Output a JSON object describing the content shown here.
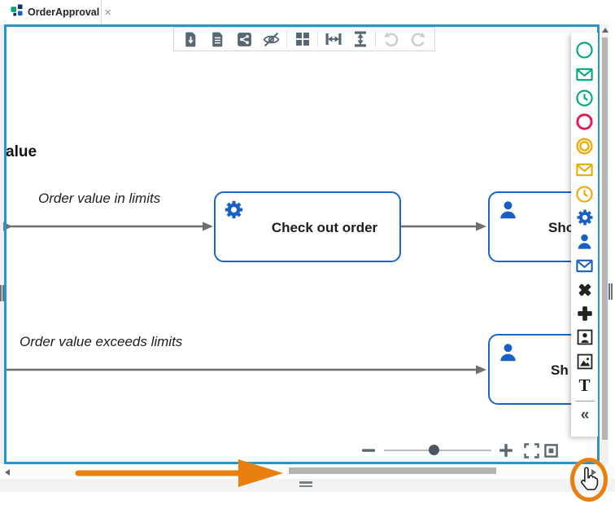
{
  "tab": {
    "title": "OrderApproval",
    "close_icon": "×"
  },
  "toolbar": {
    "buttons": [
      {
        "name": "save-image",
        "enabled": true
      },
      {
        "name": "document",
        "enabled": true
      },
      {
        "name": "share",
        "enabled": true
      },
      {
        "name": "hide-flows",
        "enabled": true
      },
      {
        "name": "grid",
        "enabled": true
      },
      {
        "name": "fit-width",
        "enabled": true
      },
      {
        "name": "fit-height",
        "enabled": true
      },
      {
        "name": "undo",
        "enabled": false
      },
      {
        "name": "redo",
        "enabled": false
      }
    ]
  },
  "palette": {
    "items": [
      {
        "name": "start-event",
        "color": "#00a77d"
      },
      {
        "name": "message-start-event",
        "color": "#00a77d"
      },
      {
        "name": "timer-start-event",
        "color": "#00a77d"
      },
      {
        "name": "end-event",
        "color": "#e8174f"
      },
      {
        "name": "intermediate-event",
        "color": "#eda902"
      },
      {
        "name": "message-intermediate-event",
        "color": "#eda902"
      },
      {
        "name": "timer-intermediate-event",
        "color": "#eda902"
      },
      {
        "name": "service-task",
        "color": "#1a5fc2"
      },
      {
        "name": "user-task",
        "color": "#1a5fc2"
      },
      {
        "name": "send-task",
        "color": "#1a5fc2"
      },
      {
        "name": "exclusive-gateway",
        "color": "#222222"
      },
      {
        "name": "parallel-gateway",
        "color": "#222222"
      },
      {
        "name": "user-shape",
        "color": "#222222"
      },
      {
        "name": "image-shape",
        "color": "#222222"
      },
      {
        "name": "text-annotation",
        "color": "#222222"
      }
    ],
    "text_glyph": "T",
    "collapse_glyph": "«"
  },
  "diagram": {
    "gateway_label_partial": "alue",
    "flows": [
      {
        "label": "Order value in limits"
      },
      {
        "label": "Order value exceeds limits"
      }
    ],
    "tasks": [
      {
        "type": "service-task",
        "label": "Check out order"
      },
      {
        "type": "user-task",
        "label": "Sho"
      },
      {
        "type": "user-task",
        "label": "Sh"
      }
    ]
  },
  "colors": {
    "canvas_border": "#2596d1",
    "bpmn_blue": "#1a66c4",
    "flow_gray": "#6e6e6e",
    "toolbar_icon": "#5a6673",
    "disabled_icon": "#c8cdd3",
    "annotation_orange": "#e8800f"
  }
}
